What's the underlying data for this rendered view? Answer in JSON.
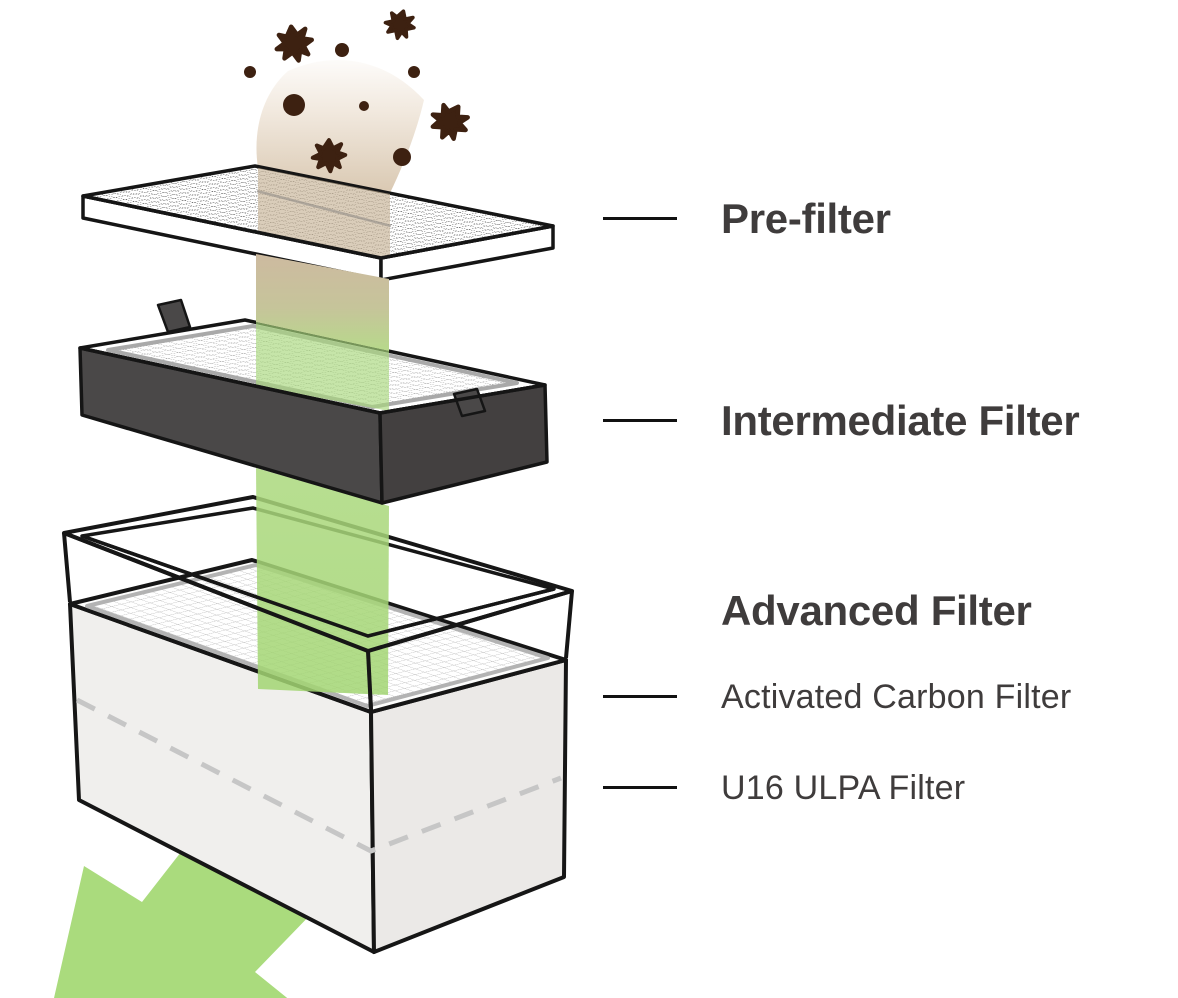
{
  "diagram": {
    "type": "air-filtration-exploded-view",
    "labels": {
      "pre_filter": "Pre-filter",
      "intermediate_filter": "Intermediate Filter",
      "advanced_filter": "Advanced Filter",
      "activated_carbon_filter": "Activated Carbon Filter",
      "u16_ulpa_filter": "U16 ULPA Filter"
    },
    "colors": {
      "text": "#3f3c3c",
      "line": "#111111",
      "particle": "#3d2111",
      "band_tan": "#d3c0a6",
      "band_green": "#a9d87b",
      "arrow_green": "#aadb7d",
      "frame_dark": "#4a4848",
      "frame_dark_side": "#434040",
      "box_light": "#f0efed",
      "mesh_gray": "#9b9b9b",
      "panel_border": "#b3b3b3",
      "dashed_line": "#c6c6c6"
    }
  }
}
